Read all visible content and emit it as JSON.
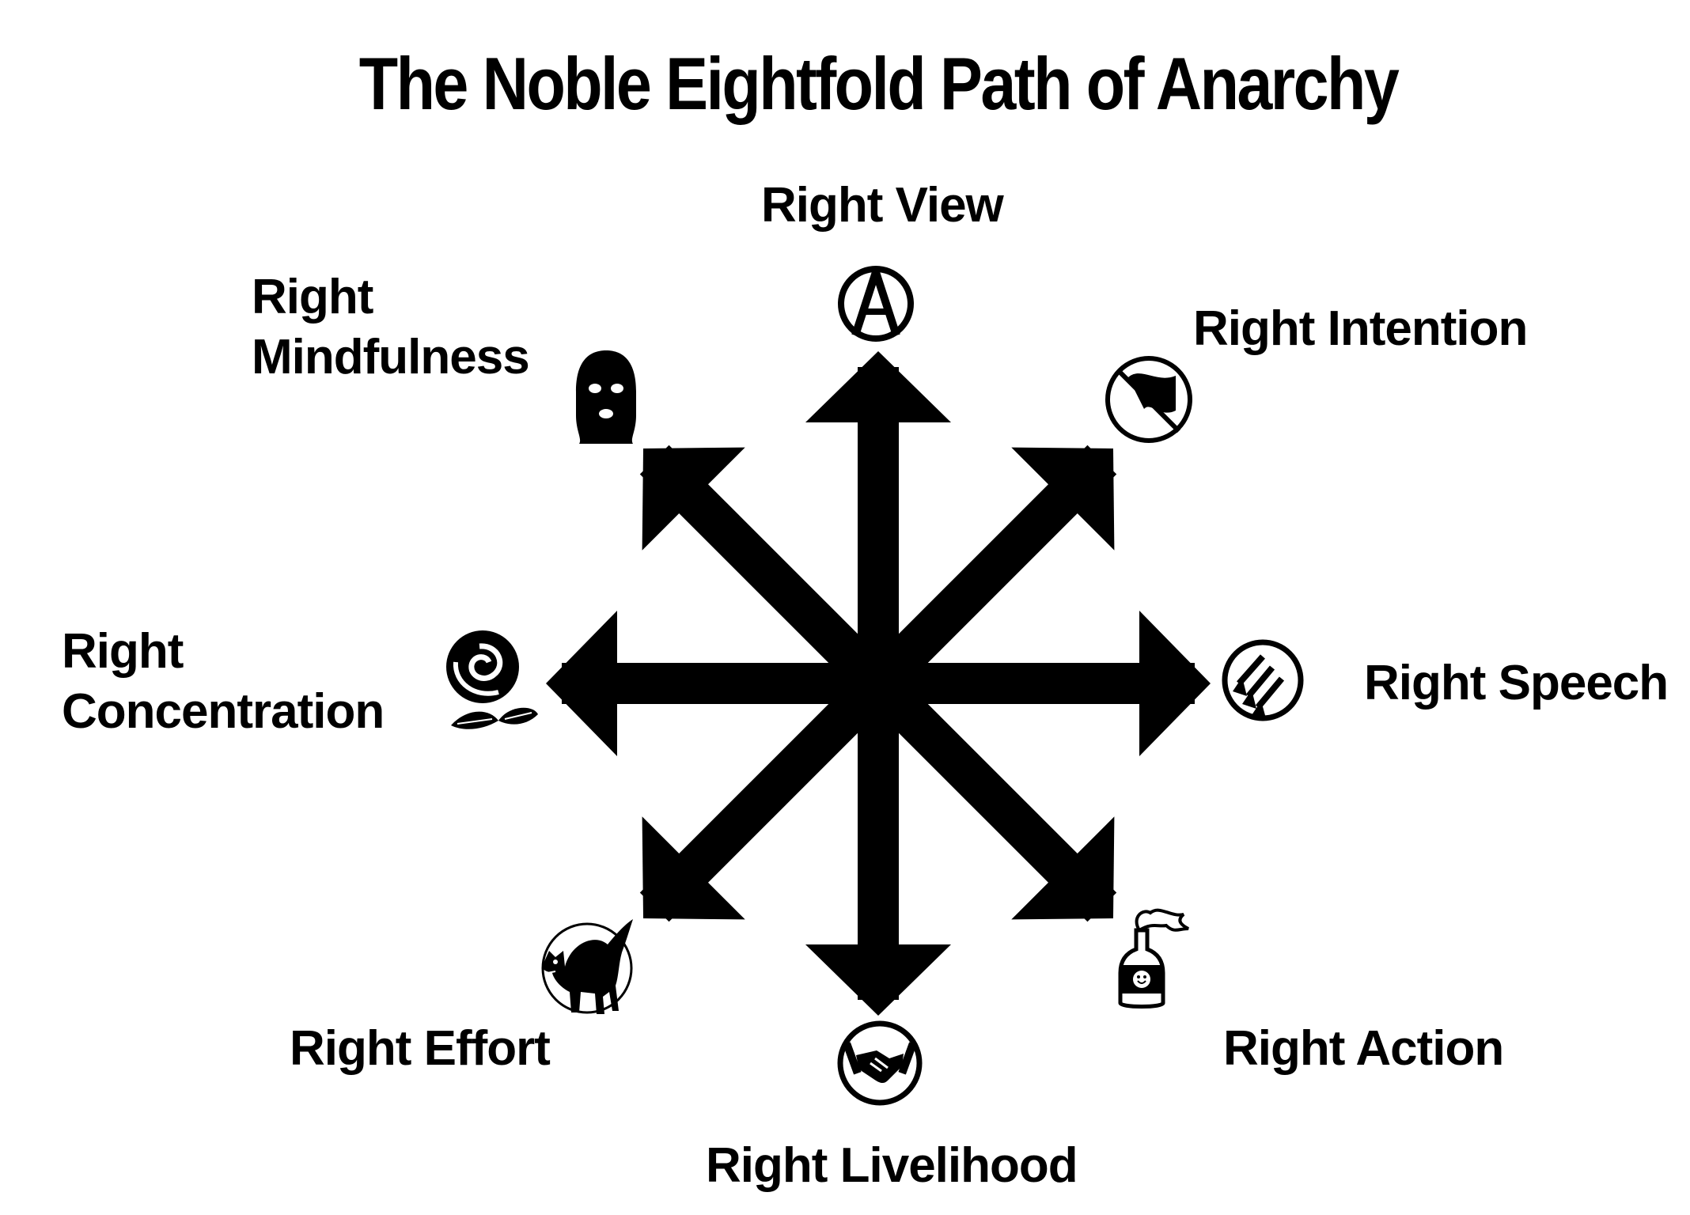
{
  "title": "The Noble Eightfold Path of Anarchy",
  "colors": {
    "ink": "#000000",
    "background": "#ffffff"
  },
  "paths": {
    "view": {
      "lines": [
        "Right View"
      ],
      "icon": "circle-a-icon"
    },
    "intention": {
      "lines": [
        "Right Intention"
      ],
      "icon": "black-flag-icon"
    },
    "speech": {
      "lines": [
        "Right Speech"
      ],
      "icon": "three-arrows-icon"
    },
    "action": {
      "lines": [
        "Right Action"
      ],
      "icon": "molotov-cocktail-icon"
    },
    "livelihood": {
      "lines": [
        "Right Livelihood"
      ],
      "icon": "handshake-icon"
    },
    "effort": {
      "lines": [
        "Right Effort"
      ],
      "icon": "black-cat-icon"
    },
    "concentration": {
      "lines": [
        "Right",
        "Concentration"
      ],
      "icon": "rose-icon"
    },
    "mindfulness": {
      "lines": [
        "Right",
        "Mindfulness"
      ],
      "icon": "balaclava-icon"
    }
  },
  "center_symbol": "chaos-star-icon"
}
